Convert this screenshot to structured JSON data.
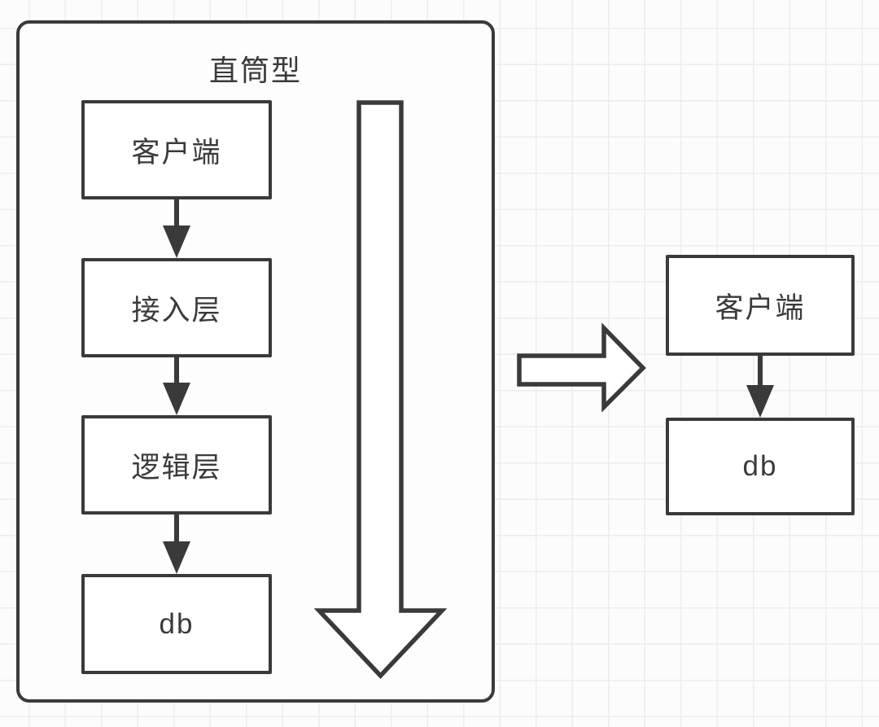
{
  "theme": {
    "stroke": "#3a3a3a",
    "text": "#3a3a3a",
    "bg": "#fcfcfc",
    "grid": "#ededed",
    "node-fill": "#ffffff",
    "frame-fill": "#fdfdfd"
  },
  "diagram": {
    "left_group": {
      "title": "直筒型",
      "nodes": [
        {
          "id": "client",
          "label": "客户端"
        },
        {
          "id": "access-layer",
          "label": "接入层"
        },
        {
          "id": "logic-layer",
          "label": "逻辑层"
        },
        {
          "id": "db",
          "label": "db"
        }
      ]
    },
    "right_group": {
      "nodes": [
        {
          "id": "client",
          "label": "客户端"
        },
        {
          "id": "db",
          "label": "db"
        }
      ]
    },
    "icons": {
      "connector": "down-arrow-icon",
      "flow_direction": "big-hollow-down-arrow-icon",
      "transform": "big-hollow-right-arrow-icon"
    }
  }
}
